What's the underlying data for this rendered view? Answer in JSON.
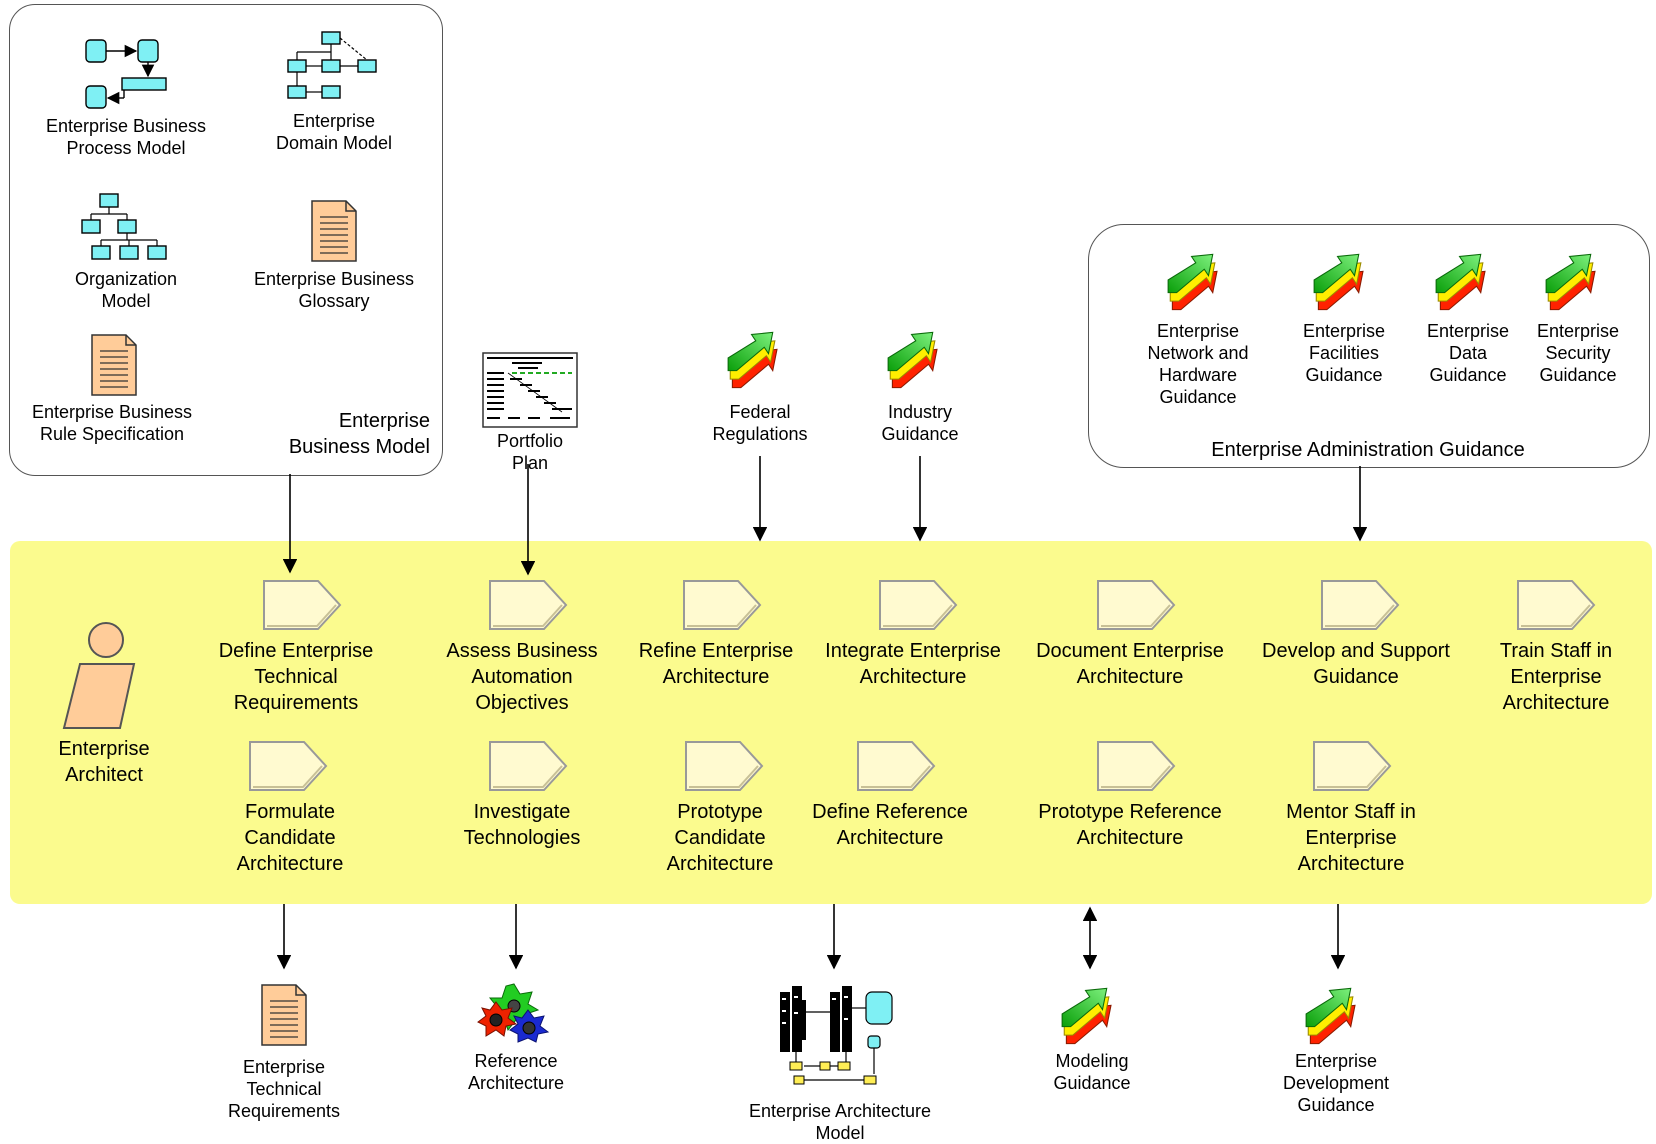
{
  "business_model": {
    "title": "Enterprise\nBusiness Model",
    "items": [
      {
        "label": "Enterprise Business\nProcess Model",
        "icon": "process-model-icon"
      },
      {
        "label": "Enterprise\nDomain Model",
        "icon": "domain-model-icon"
      },
      {
        "label": "Organization\nModel",
        "icon": "org-chart-icon"
      },
      {
        "label": "Enterprise Business\nGlossary",
        "icon": "document-icon"
      },
      {
        "label": "Enterprise Business\nRule Specification",
        "icon": "document-icon"
      }
    ]
  },
  "portfolio": {
    "label": "Portfolio\nPlan",
    "icon": "gantt-plan-icon"
  },
  "federal": {
    "label": "Federal\nRegulations",
    "icon": "guidance-arrows-icon"
  },
  "industry": {
    "label": "Industry\nGuidance",
    "icon": "guidance-arrows-icon"
  },
  "admin": {
    "title": "Enterprise Administration Guidance",
    "items": [
      {
        "label": "Enterprise\nNetwork and\nHardware\nGuidance",
        "icon": "guidance-arrows-icon"
      },
      {
        "label": "Enterprise\nFacilities\nGuidance",
        "icon": "guidance-arrows-icon"
      },
      {
        "label": "Enterprise\nData\nGuidance",
        "icon": "guidance-arrows-icon"
      },
      {
        "label": "Enterprise\nSecurity\nGuidance",
        "icon": "guidance-arrows-icon"
      }
    ]
  },
  "role": {
    "label": "Enterprise\nArchitect",
    "icon": "person-icon"
  },
  "activities": [
    {
      "label": "Define Enterprise\nTechnical\nRequirements"
    },
    {
      "label": "Assess Business\nAutomation\nObjectives"
    },
    {
      "label": "Refine Enterprise\nArchitecture"
    },
    {
      "label": "Integrate Enterprise\nArchitecture"
    },
    {
      "label": "Document Enterprise\nArchitecture"
    },
    {
      "label": "Develop and Support\nGuidance"
    },
    {
      "label": "Train Staff in\nEnterprise\nArchitecture"
    },
    {
      "label": "Formulate\nCandidate\nArchitecture"
    },
    {
      "label": "Investigate\nTechnologies"
    },
    {
      "label": "Prototype\nCandidate\nArchitecture"
    },
    {
      "label": "Define Reference\nArchitecture"
    },
    {
      "label": "Prototype Reference\nArchitecture"
    },
    {
      "label": "Mentor Staff in\nEnterprise\nArchitecture"
    }
  ],
  "outputs": [
    {
      "label": "Enterprise\nTechnical\nRequirements",
      "icon": "document-icon"
    },
    {
      "label": "Reference\nArchitecture",
      "icon": "reference-architecture-icon"
    },
    {
      "label": "Enterprise Architecture\nModel",
      "icon": "architecture-model-icon"
    },
    {
      "label": "Modeling\nGuidance",
      "icon": "guidance-arrows-icon"
    },
    {
      "label": "Enterprise\nDevelopment\nGuidance",
      "icon": "guidance-arrows-icon"
    }
  ],
  "colors": {
    "band": "#fbfb8e",
    "activity_fill": "#fffad0",
    "artifact_cyan": "#7ff0f4",
    "document_fill": "#ffcc99",
    "person_fill": "#ffcc99",
    "arrow_green": "#22cc22",
    "arrow_yellow": "#ffee00",
    "arrow_red": "#ff2200"
  }
}
